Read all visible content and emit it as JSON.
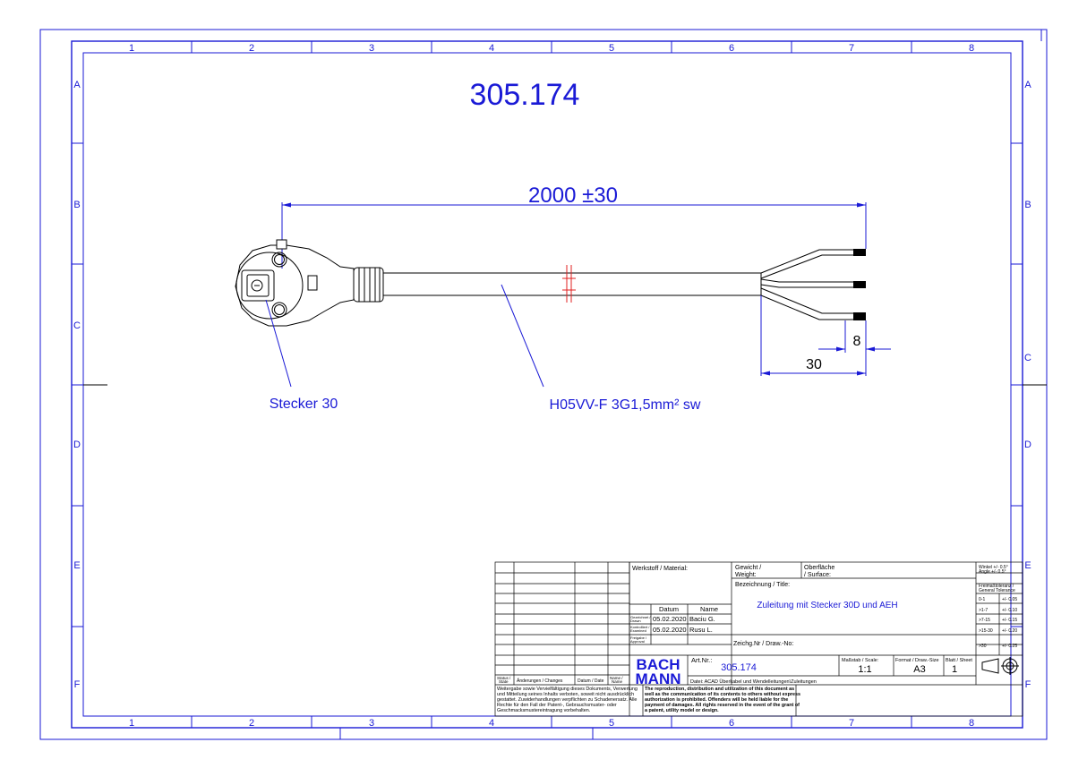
{
  "drawing": {
    "part_number_heading": "305.174",
    "overall_length": "2000 ±30",
    "strip_length": "8",
    "split_length": "30",
    "plug_label": "Stecker 30",
    "cable_label": "H05VV-F 3G1,5mm²  sw"
  },
  "frame": {
    "columns": [
      "1",
      "2",
      "3",
      "4",
      "5",
      "6",
      "7",
      "8"
    ],
    "rows": [
      "A",
      "B",
      "C",
      "D",
      "E",
      "F"
    ]
  },
  "title_block": {
    "material_label": "Werkstoff / Material:",
    "weight_label_1": "Gewicht /",
    "weight_label_2": "Weight:",
    "surface_label_1": "Oberfläche",
    "surface_label_2": "/ Surface:",
    "title_label": "Bezeichnung / Title:",
    "title_value": "Zuleitung mit Stecker 30D und AEH",
    "drawing_no_label": "Zeichg.Nr / Draw.-No:",
    "date_header": "Datum",
    "name_header": "Name",
    "drawn_label_1": "Gezeichnet /",
    "drawn_label_2": "Drawn",
    "drawn_date": "05.02.2020",
    "drawn_name": "Baciu G.",
    "checked_label_1": "Kontrolliert /",
    "checked_label_2": "Examined",
    "checked_date": "05.02.2020",
    "checked_name": "Rusu L.",
    "approved_label_1": "Freigabe /",
    "approved_label_2": "Approval",
    "status_label_1": "Status /",
    "status_label_2": "State",
    "changes_label": "Änderungen / Changes",
    "date_col_label": "Datum / Date",
    "name_col_label_1": "Name /",
    "name_col_label_2": "Name",
    "logo_line_1": "BACH",
    "logo_line_2": "MANN",
    "art_nr_label": "Art.Nr.:",
    "art_nr_value": "305.174",
    "scale_label": "Maßstab / Scale:",
    "scale_value": "1:1",
    "format_label": "Format / Draw.-Size",
    "format_value": "A3",
    "sheet_label": "Blatt / Sheet",
    "sheet_value": "1",
    "file_label": "Datei: ACAD Überkabel und Wendelleitungen\\Zuleitungen",
    "angle_tolerance_1": "Winkel +/- 0.5°",
    "angle_tolerance_2": "Angle +/- 0.5°",
    "general_tolerance_1": "Freimaßtoleranz /",
    "general_tolerance_2": "General Tolerance",
    "tolerances": [
      {
        "range": "0-1",
        "value": "+/- 0.05"
      },
      {
        "range": ">1-7",
        "value": "+/- 0.10"
      },
      {
        "range": ">7-15",
        "value": "+/- 0.15"
      },
      {
        "range": ">15-30",
        "value": "+/- 0.20"
      },
      {
        "range": ">30",
        "value": "+/- 0.25"
      }
    ],
    "notice_de": [
      "Weitergabe sowie Vervielfältigung dieses Dokuments, Verwertung",
      "und Mitteilung seines Inhalts verboten, soweit nicht ausdrücklich",
      "gestattet. Zuwiderhandlungen verpflichten zu Schadenersatz. Alle",
      "Rechte für den Fall der Patent-, Gebrauchsmuster- oder",
      "Geschmacksmustereintragung vorbehalten."
    ],
    "notice_en": [
      "The reproduction, distribution and utilization of this document as",
      "well as the communication of its contents to others without express",
      "authorization is prohibited. Offenders will be held liable for the",
      "payment of damages. All rights reserved in the event of the grant of",
      "a patent, utility model or design."
    ]
  },
  "colors": {
    "frame": "#1a1ad6",
    "ink": "#000000",
    "break_mark": "#e02020"
  }
}
